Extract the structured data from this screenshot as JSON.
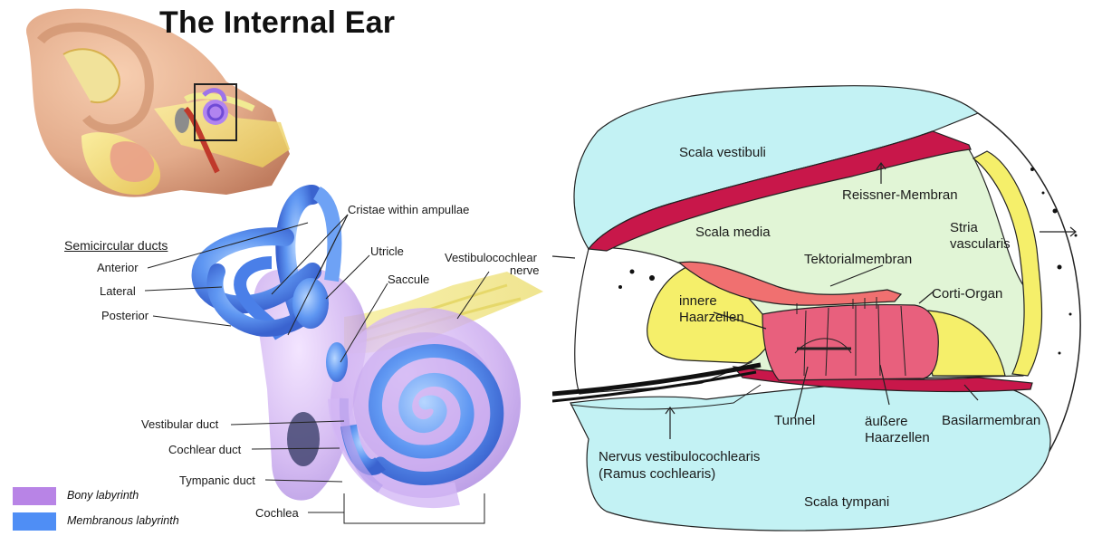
{
  "title": "The Internal Ear",
  "left": {
    "heading": "Semicircular ducts",
    "labels": {
      "anterior": "Anterior",
      "lateral": "Lateral",
      "posterior": "Posterior",
      "cristae": "Cristae within ampullae",
      "utricle": "Utricle",
      "saccule": "Saccule",
      "vestibulocochlear_line1": "Vestibulocochlear",
      "vestibulocochlear_line2": "nerve",
      "vestibular_duct": "Vestibular duct",
      "cochlear_duct": "Cochlear duct",
      "tympanic_duct": "Tympanic duct",
      "cochlea": "Cochlea"
    },
    "legend": [
      {
        "label": "Bony labyrinth",
        "color": "#b884e6"
      },
      {
        "label": "Membranous labyrinth",
        "color": "#4f8ef5"
      }
    ]
  },
  "right": {
    "labels": {
      "scala_vestibuli": "Scala vestibuli",
      "reissner": "Reissner-Membran",
      "scala_media": "Scala media",
      "stria_line1": "Stria",
      "stria_line2": "vascularis",
      "tektorial": "Tektorialmembran",
      "corti": "Corti-Organ",
      "innere_line1": "innere",
      "innere_line2": "Haarzellen",
      "tunnel": "Tunnel",
      "aeussere_line1": "äußere",
      "aeussere_line2": "Haarzellen",
      "basilar": "Basilarmembran",
      "nervus_line1": "Nervus vestibulocochlearis",
      "nervus_line2": "(Ramus cochlearis)",
      "scala_tympani": "Scala tympani"
    },
    "colors": {
      "fluid": "#c3f2f4",
      "media": "#e1f5d6",
      "membrane": "#c8174a",
      "tectorial": "#f07070",
      "organ": "#e8607d",
      "stria": "#f5ef6a"
    }
  }
}
